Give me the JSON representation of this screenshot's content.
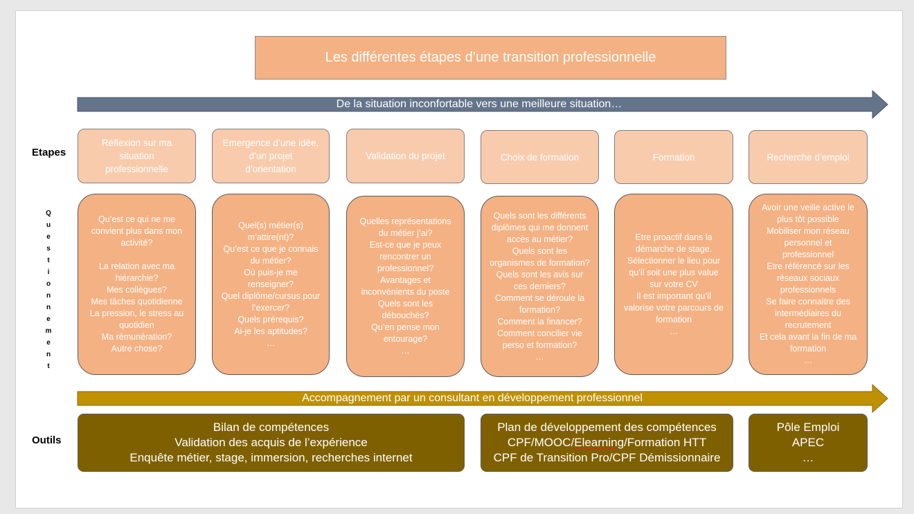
{
  "title": "Les différentes étapes d’une transition professionnelle",
  "arrow_top": {
    "text": "De la situation inconfortable vers une meilleure situation…",
    "color": "#64748b"
  },
  "arrow_bottom": {
    "text": "Accompagnement par un consultant en développement professionnel",
    "color": "#bf9000"
  },
  "labels": {
    "etapes": "Etapes",
    "questionnement": "Questionnement",
    "outils": "Outils"
  },
  "colors": {
    "stage_fill": "#f8cbad",
    "question_fill": "#f4b183",
    "tool_fill": "#7f6000"
  },
  "stages": [
    "Réflexion sur ma situation professionnelle",
    "Emergence d’une idée, d’un projet d’orientation",
    "Validation du projet",
    "Choix de formation",
    "Formation",
    "Recherche d’emploi"
  ],
  "questions": [
    [
      "Qu’est ce qui ne me convient plus dans mon activité?",
      "",
      "La relation avec ma hiérarchie?",
      "Mes collègues?",
      "Mes tâches quotidienne",
      "La pression, le stress au quotidien",
      "Ma rémunération?",
      "Autre chose?"
    ],
    [
      "Quel(s) métier(s) m’attire(nt)?",
      "Qu’est ce que je connais du métier?",
      "Où puis-je me renseigner?",
      "Quel diplôme/cursus pour l’exercer?",
      "Quels prérequis?",
      "Ai-je les aptitudes?",
      "…"
    ],
    [
      "Quelles représentations du métier j’ai?",
      "Est-ce que je peux rencontrer un professionnel?",
      "Avantages et inconvénients du poste",
      "Quels sont les débouchés?",
      "Qu’en pense mon entourage?",
      "…"
    ],
    [
      "Quels sont les différents diplômes qui me donnent accès au métier?",
      "Quels sont les organismes de formation?",
      "Quels sont les avis sur ces derniers?",
      "Comment se déroule la formation?",
      "Comment la financer?",
      "Comment concilier vie perso et formation?",
      "…"
    ],
    [
      "Etre proactif dans la démarche de stage.",
      "Sélectionner le lieu pour qu’il soit une plus value sur votre CV",
      "Il est important qu’il valorise votre parcours de formation",
      "…"
    ],
    [
      "Avoir une veille active le plus tôt possible",
      "Mobiliser mon réseau personnel et professionnel",
      "Etre référencé sur les réseaux sociaux professionnels",
      "Se faire connaitre des intermédiaires du recrutement",
      "Et cela avant la fin de ma formation",
      "…"
    ]
  ],
  "tools": [
    [
      "Bilan de compétences",
      "Validation des acquis de l’expérience",
      "Enquête métier, stage, immersion, recherches internet"
    ],
    [
      "Plan de développement des compétences",
      "CPF/MOOC/Elearning/Formation HTT",
      "CPF de Transition Pro/CPF Démissionnaire"
    ],
    [
      "Pôle Emploi",
      "APEC",
      "…"
    ]
  ]
}
